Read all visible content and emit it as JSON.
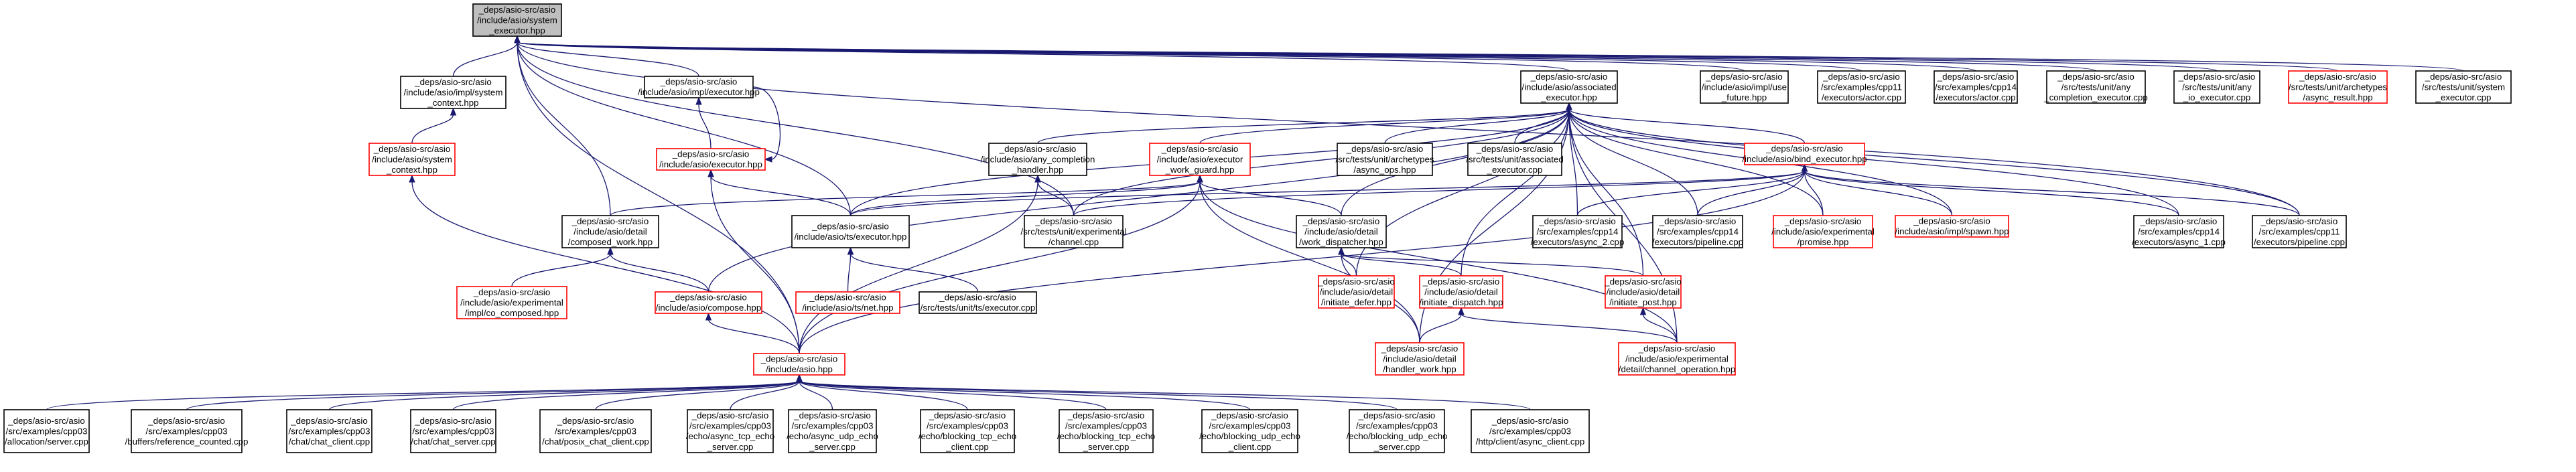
{
  "graph": {
    "title": "_deps/asio-src/asio/include/asio/system_executor.hpp",
    "colors": {
      "edge": "#191970",
      "root_fill": "#bfbfbf",
      "normal_border": "#000000",
      "incomplete_border": "#ff0000"
    },
    "nodes": [
      {
        "id": "root",
        "lines": [
          "_deps/asio-src/asio",
          "/include/asio/system",
          "_executor.hpp"
        ],
        "style": "root"
      },
      {
        "id": "impl_system_context",
        "lines": [
          "_deps/asio-src/asio",
          "/include/asio/impl/system",
          "_context.hpp"
        ],
        "style": "black"
      },
      {
        "id": "impl_executor",
        "lines": [
          "_deps/asio-src/asio",
          "/include/asio/impl/executor.hpp"
        ],
        "style": "black"
      },
      {
        "id": "associated_executor",
        "lines": [
          "_deps/asio-src/asio",
          "/include/asio/associated",
          "_executor.hpp"
        ],
        "style": "black"
      },
      {
        "id": "impl_use_future",
        "lines": [
          "_deps/asio-src/asio",
          "/include/asio/impl/use",
          "_future.hpp"
        ],
        "style": "black"
      },
      {
        "id": "cpp11_actor",
        "lines": [
          "_deps/asio-src/asio",
          "/src/examples/cpp11",
          "/executors/actor.cpp"
        ],
        "style": "black"
      },
      {
        "id": "cpp14_actor",
        "lines": [
          "_deps/asio-src/asio",
          "/src/examples/cpp14",
          "/executors/actor.cpp"
        ],
        "style": "black"
      },
      {
        "id": "any_completion_executor",
        "lines": [
          "_deps/asio-src/asio",
          "/src/tests/unit/any",
          "_completion_executor.cpp"
        ],
        "style": "black"
      },
      {
        "id": "any_io_executor",
        "lines": [
          "_deps/asio-src/asio",
          "/src/tests/unit/any",
          "_io_executor.cpp"
        ],
        "style": "black"
      },
      {
        "id": "archetypes_async_result",
        "lines": [
          "_deps/asio-src/asio",
          "/src/tests/unit/archetypes",
          "/async_result.hpp"
        ],
        "style": "red"
      },
      {
        "id": "unit_system_executor",
        "lines": [
          "_deps/asio-src/asio",
          "/src/tests/unit/system",
          "_executor.cpp"
        ],
        "style": "black"
      },
      {
        "id": "system_context",
        "lines": [
          "_deps/asio-src/asio",
          "/include/asio/system",
          "_context.hpp"
        ],
        "style": "red"
      },
      {
        "id": "executor",
        "lines": [
          "_deps/asio-src/asio",
          "/include/asio/executor.hpp"
        ],
        "style": "red"
      },
      {
        "id": "any_completion_handler",
        "lines": [
          "_deps/asio-src/asio",
          "/include/asio/any_completion",
          "_handler.hpp"
        ],
        "style": "black"
      },
      {
        "id": "executor_work_guard",
        "lines": [
          "_deps/asio-src/asio",
          "/include/asio/executor",
          "_work_guard.hpp"
        ],
        "style": "red"
      },
      {
        "id": "archetypes_async_ops",
        "lines": [
          "_deps/asio-src/asio",
          "/src/tests/unit/archetypes",
          "/async_ops.hpp"
        ],
        "style": "black"
      },
      {
        "id": "unit_associated_executor",
        "lines": [
          "_deps/asio-src/asio",
          "/src/tests/unit/associated",
          "_executor.cpp"
        ],
        "style": "black"
      },
      {
        "id": "bind_executor",
        "lines": [
          "_deps/asio-src/asio",
          "/include/asio/bind_executor.hpp"
        ],
        "style": "red"
      },
      {
        "id": "composed_work",
        "lines": [
          "_deps/asio-src/asio",
          "/include/asio/detail",
          "/composed_work.hpp"
        ],
        "style": "black"
      },
      {
        "id": "ts_executor",
        "lines": [
          "_deps/asio-src/asio",
          "/include/asio/ts/executor.hpp"
        ],
        "style": "black"
      },
      {
        "id": "experimental_channel",
        "lines": [
          "_deps/asio-src/asio",
          "/src/tests/unit/experimental",
          "/channel.cpp"
        ],
        "style": "black"
      },
      {
        "id": "work_dispatcher",
        "lines": [
          "_deps/asio-src/asio",
          "/include/asio/detail",
          "/work_dispatcher.hpp"
        ],
        "style": "black"
      },
      {
        "id": "cpp14_async_2",
        "lines": [
          "_deps/asio-src/asio",
          "/src/examples/cpp14",
          "/executors/async_2.cpp"
        ],
        "style": "black"
      },
      {
        "id": "cpp14_pipeline",
        "lines": [
          "_deps/asio-src/asio",
          "/src/examples/cpp14",
          "/executors/pipeline.cpp"
        ],
        "style": "black"
      },
      {
        "id": "experimental_promise",
        "lines": [
          "_deps/asio-src/asio",
          "/include/asio/experimental",
          "/promise.hpp"
        ],
        "style": "red"
      },
      {
        "id": "impl_spawn",
        "lines": [
          "_deps/asio-src/asio",
          "/include/asio/impl/spawn.hpp"
        ],
        "style": "red"
      },
      {
        "id": "cpp14_async_1",
        "lines": [
          "_deps/asio-src/asio",
          "/src/examples/cpp14",
          "/executors/async_1.cpp"
        ],
        "style": "black"
      },
      {
        "id": "cpp11_pipeline",
        "lines": [
          "_deps/asio-src/asio",
          "/src/examples/cpp11",
          "/executors/pipeline.cpp"
        ],
        "style": "black"
      },
      {
        "id": "co_composed",
        "lines": [
          "_deps/asio-src/asio",
          "/include/asio/experimental",
          "/impl/co_composed.hpp"
        ],
        "style": "red"
      },
      {
        "id": "compose",
        "lines": [
          "_deps/asio-src/asio",
          "/include/asio/compose.hpp"
        ],
        "style": "red"
      },
      {
        "id": "ts_net",
        "lines": [
          "_deps/asio-src/asio",
          "/include/asio/ts/net.hpp"
        ],
        "style": "red"
      },
      {
        "id": "ts_executor_cpp",
        "lines": [
          "_deps/asio-src/asio",
          "/src/tests/unit/ts/executor.cpp"
        ],
        "style": "black"
      },
      {
        "id": "initiate_defer",
        "lines": [
          "_deps/asio-src/asio",
          "/include/asio/detail",
          "/initiate_defer.hpp"
        ],
        "style": "red"
      },
      {
        "id": "initiate_dispatch",
        "lines": [
          "_deps/asio-src/asio",
          "/include/asio/detail",
          "/initiate_dispatch.hpp"
        ],
        "style": "red"
      },
      {
        "id": "initiate_post",
        "lines": [
          "_deps/asio-src/asio",
          "/include/asio/detail",
          "/initiate_post.hpp"
        ],
        "style": "red"
      },
      {
        "id": "asio_hpp",
        "lines": [
          "_deps/asio-src/asio",
          "/include/asio.hpp"
        ],
        "style": "red"
      },
      {
        "id": "handler_work",
        "lines": [
          "_deps/asio-src/asio",
          "/include/asio/detail",
          "/handler_work.hpp"
        ],
        "style": "red"
      },
      {
        "id": "channel_operation",
        "lines": [
          "_deps/asio-src/asio",
          "/include/asio/experimental",
          "/detail/channel_operation.hpp"
        ],
        "style": "red"
      },
      {
        "id": "allocation_server",
        "lines": [
          "_deps/asio-src/asio",
          "/src/examples/cpp03",
          "/allocation/server.cpp"
        ],
        "style": "black"
      },
      {
        "id": "buffers_refcount",
        "lines": [
          "_deps/asio-src/asio",
          "/src/examples/cpp03",
          "/buffers/reference_counted.cpp"
        ],
        "style": "black"
      },
      {
        "id": "chat_client",
        "lines": [
          "_deps/asio-src/asio",
          "/src/examples/cpp03",
          "/chat/chat_client.cpp"
        ],
        "style": "black"
      },
      {
        "id": "chat_server",
        "lines": [
          "_deps/asio-src/asio",
          "/src/examples/cpp03",
          "/chat/chat_server.cpp"
        ],
        "style": "black"
      },
      {
        "id": "posix_chat_client",
        "lines": [
          "_deps/asio-src/asio",
          "/src/examples/cpp03",
          "/chat/posix_chat_client.cpp"
        ],
        "style": "black"
      },
      {
        "id": "async_tcp_echo",
        "lines": [
          "_deps/asio-src/asio",
          "/src/examples/cpp03",
          "/echo/async_tcp_echo",
          "_server.cpp"
        ],
        "style": "black"
      },
      {
        "id": "async_udp_echo",
        "lines": [
          "_deps/asio-src/asio",
          "/src/examples/cpp03",
          "/echo/async_udp_echo",
          "_server.cpp"
        ],
        "style": "black"
      },
      {
        "id": "blocking_tcp_echo_client",
        "lines": [
          "_deps/asio-src/asio",
          "/src/examples/cpp03",
          "/echo/blocking_tcp_echo",
          "_client.cpp"
        ],
        "style": "black"
      },
      {
        "id": "blocking_tcp_echo_server",
        "lines": [
          "_deps/asio-src/asio",
          "/src/examples/cpp03",
          "/echo/blocking_tcp_echo",
          "_server.cpp"
        ],
        "style": "black"
      },
      {
        "id": "blocking_udp_echo_client",
        "lines": [
          "_deps/asio-src/asio",
          "/src/examples/cpp03",
          "/echo/blocking_udp_echo",
          "_client.cpp"
        ],
        "style": "black"
      },
      {
        "id": "blocking_udp_echo_server",
        "lines": [
          "_deps/asio-src/asio",
          "/src/examples/cpp03",
          "/echo/blocking_udp_echo",
          "_server.cpp"
        ],
        "style": "black"
      },
      {
        "id": "http_async_client",
        "lines": [
          "_deps/asio-src/asio",
          "/src/examples/cpp03",
          "/http/client/async_client.cpp"
        ],
        "style": "black"
      }
    ],
    "edges": [
      [
        "impl_system_context",
        "root"
      ],
      [
        "impl_executor",
        "root"
      ],
      [
        "associated_executor",
        "root"
      ],
      [
        "impl_use_future",
        "root"
      ],
      [
        "cpp11_actor",
        "root"
      ],
      [
        "cpp14_actor",
        "root"
      ],
      [
        "any_completion_executor",
        "root"
      ],
      [
        "any_io_executor",
        "root"
      ],
      [
        "archetypes_async_result",
        "root"
      ],
      [
        "unit_system_executor",
        "root"
      ],
      [
        "asio_hpp",
        "root"
      ],
      [
        "composed_work",
        "root"
      ],
      [
        "ts_executor",
        "root"
      ],
      [
        "experimental_channel",
        "root"
      ],
      [
        "cpp11_pipeline",
        "root"
      ],
      [
        "system_context",
        "impl_system_context"
      ],
      [
        "asio_hpp",
        "system_context"
      ],
      [
        "executor",
        "impl_executor"
      ],
      [
        "impl_executor",
        "executor"
      ],
      [
        "ts_executor",
        "executor"
      ],
      [
        "asio_hpp",
        "executor"
      ],
      [
        "any_completion_handler",
        "associated_executor"
      ],
      [
        "executor_work_guard",
        "associated_executor"
      ],
      [
        "archetypes_async_ops",
        "associated_executor"
      ],
      [
        "unit_associated_executor",
        "associated_executor"
      ],
      [
        "bind_executor",
        "associated_executor"
      ],
      [
        "work_dispatcher",
        "associated_executor"
      ],
      [
        "ts_executor",
        "associated_executor"
      ],
      [
        "experimental_channel",
        "associated_executor"
      ],
      [
        "compose",
        "associated_executor"
      ],
      [
        "initiate_defer",
        "associated_executor"
      ],
      [
        "initiate_dispatch",
        "associated_executor"
      ],
      [
        "initiate_post",
        "associated_executor"
      ],
      [
        "handler_work",
        "associated_executor"
      ],
      [
        "channel_operation",
        "associated_executor"
      ],
      [
        "cpp14_async_2",
        "associated_executor"
      ],
      [
        "cpp14_pipeline",
        "associated_executor"
      ],
      [
        "experimental_promise",
        "associated_executor"
      ],
      [
        "impl_spawn",
        "associated_executor"
      ],
      [
        "cpp14_async_1",
        "associated_executor"
      ],
      [
        "cpp11_pipeline",
        "associated_executor"
      ],
      [
        "asio_hpp",
        "any_completion_handler"
      ],
      [
        "experimental_channel",
        "any_completion_handler"
      ],
      [
        "composed_work",
        "executor_work_guard"
      ],
      [
        "ts_executor",
        "executor_work_guard"
      ],
      [
        "work_dispatcher",
        "executor_work_guard"
      ],
      [
        "handler_work",
        "executor_work_guard"
      ],
      [
        "asio_hpp",
        "executor_work_guard"
      ],
      [
        "channel_operation",
        "executor_work_guard"
      ],
      [
        "experimental_channel",
        "bind_executor"
      ],
      [
        "cpp14_async_2",
        "bind_executor"
      ],
      [
        "cpp14_pipeline",
        "bind_executor"
      ],
      [
        "experimental_promise",
        "bind_executor"
      ],
      [
        "impl_spawn",
        "bind_executor"
      ],
      [
        "cpp14_async_1",
        "bind_executor"
      ],
      [
        "cpp11_pipeline",
        "bind_executor"
      ],
      [
        "asio_hpp",
        "bind_executor"
      ],
      [
        "ts_executor",
        "bind_executor"
      ],
      [
        "co_composed",
        "composed_work"
      ],
      [
        "compose",
        "composed_work"
      ],
      [
        "ts_net",
        "ts_executor"
      ],
      [
        "ts_executor_cpp",
        "ts_executor"
      ],
      [
        "initiate_defer",
        "work_dispatcher"
      ],
      [
        "initiate_dispatch",
        "work_dispatcher"
      ],
      [
        "initiate_post",
        "work_dispatcher"
      ],
      [
        "handler_work",
        "work_dispatcher"
      ],
      [
        "asio_hpp",
        "compose"
      ],
      [
        "handler_work",
        "initiate_dispatch"
      ],
      [
        "channel_operation",
        "initiate_dispatch"
      ],
      [
        "channel_operation",
        "initiate_post"
      ],
      [
        "allocation_server",
        "asio_hpp"
      ],
      [
        "buffers_refcount",
        "asio_hpp"
      ],
      [
        "chat_client",
        "asio_hpp"
      ],
      [
        "chat_server",
        "asio_hpp"
      ],
      [
        "posix_chat_client",
        "asio_hpp"
      ],
      [
        "async_tcp_echo",
        "asio_hpp"
      ],
      [
        "async_udp_echo",
        "asio_hpp"
      ],
      [
        "blocking_tcp_echo_client",
        "asio_hpp"
      ],
      [
        "blocking_tcp_echo_server",
        "asio_hpp"
      ],
      [
        "blocking_udp_echo_client",
        "asio_hpp"
      ],
      [
        "blocking_udp_echo_server",
        "asio_hpp"
      ],
      [
        "http_async_client",
        "asio_hpp"
      ]
    ]
  }
}
